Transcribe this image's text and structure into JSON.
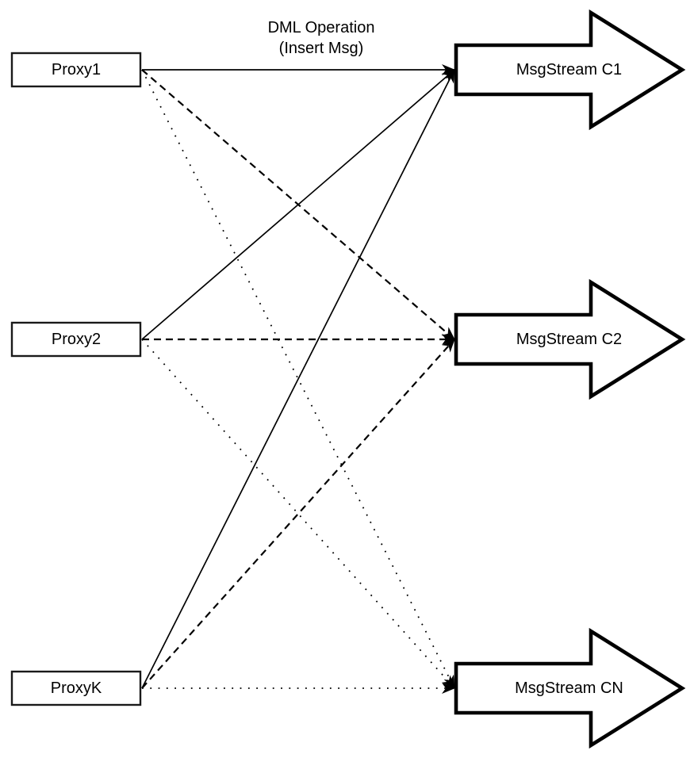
{
  "title": {
    "line1": "DML Operation",
    "line2": "(Insert Msg)"
  },
  "colors": {
    "stroke": "#000000",
    "fill": "#ffffff",
    "background": "#ffffff"
  },
  "proxies": [
    {
      "id": "proxy1",
      "label": "Proxy1"
    },
    {
      "id": "proxy2",
      "label": "Proxy2"
    },
    {
      "id": "proxyk",
      "label": "ProxyK"
    }
  ],
  "streams": [
    {
      "id": "c1",
      "label": "MsgStream C1"
    },
    {
      "id": "c2",
      "label": "MsgStream C2"
    },
    {
      "id": "cn",
      "label": "MsgStream CN"
    }
  ],
  "connections": [
    {
      "from": "proxy1",
      "to": "c1",
      "style": "solid"
    },
    {
      "from": "proxy2",
      "to": "c1",
      "style": "solid"
    },
    {
      "from": "proxyk",
      "to": "c1",
      "style": "solid"
    },
    {
      "from": "proxy1",
      "to": "c2",
      "style": "dashed"
    },
    {
      "from": "proxy2",
      "to": "c2",
      "style": "dashed"
    },
    {
      "from": "proxyk",
      "to": "c2",
      "style": "dashed"
    },
    {
      "from": "proxy1",
      "to": "cn",
      "style": "dotted"
    },
    {
      "from": "proxy2",
      "to": "cn",
      "style": "dotted"
    },
    {
      "from": "proxyk",
      "to": "cn",
      "style": "dotted"
    }
  ]
}
